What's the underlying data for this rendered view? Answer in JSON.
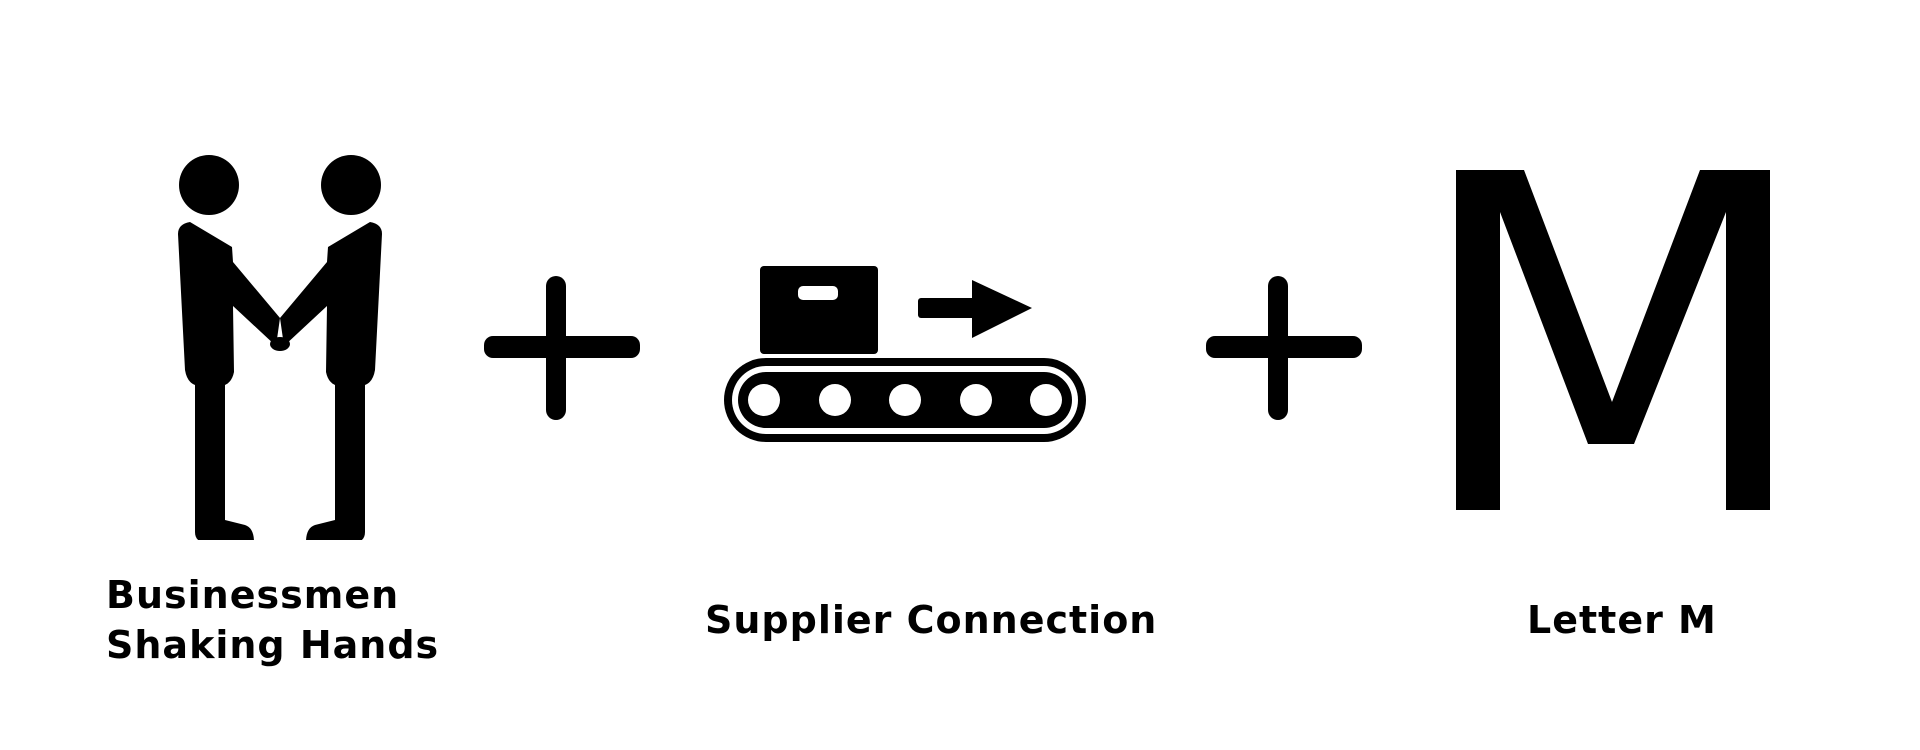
{
  "items": [
    {
      "icon": "businessmen-handshake-icon",
      "label_lines": [
        "Businessmen",
        "Shaking Hands"
      ]
    },
    {
      "icon": "plus-icon"
    },
    {
      "icon": "conveyor-belt-icon",
      "label": "Supplier Connection"
    },
    {
      "icon": "plus-icon"
    },
    {
      "icon": "letter-m-glyph",
      "glyph": "M",
      "label": "Letter M"
    }
  ],
  "colors": {
    "ink": "#000000",
    "background": "#ffffff"
  }
}
